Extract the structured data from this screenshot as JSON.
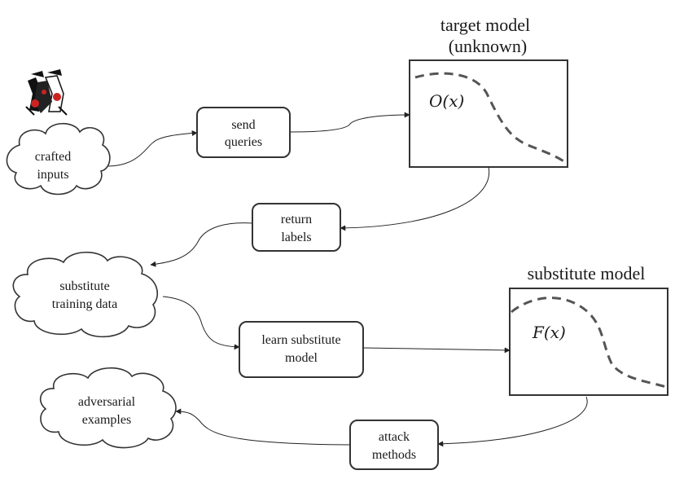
{
  "diagram": {
    "target_title_line1": "target model",
    "target_title_line2": "(unknown)",
    "target_function": "O(x)",
    "substitute_title": "substitute model",
    "substitute_function": "F(x)",
    "send_queries": [
      "send",
      "queries"
    ],
    "return_labels": [
      "return",
      "labels"
    ],
    "learn_substitute": [
      "learn substitute",
      "model"
    ],
    "attack_methods": [
      "attack",
      "methods"
    ],
    "crafted_inputs": [
      "crafted",
      "inputs"
    ],
    "substitute_training_data": [
      "substitute",
      "training data"
    ],
    "adversarial_examples": [
      "adversarial",
      "examples"
    ],
    "icon": "spy-vs-spy-icon",
    "colors": {
      "line": "#222222",
      "dashed_curve": "#555555",
      "icon_red": "#cc2222"
    }
  }
}
